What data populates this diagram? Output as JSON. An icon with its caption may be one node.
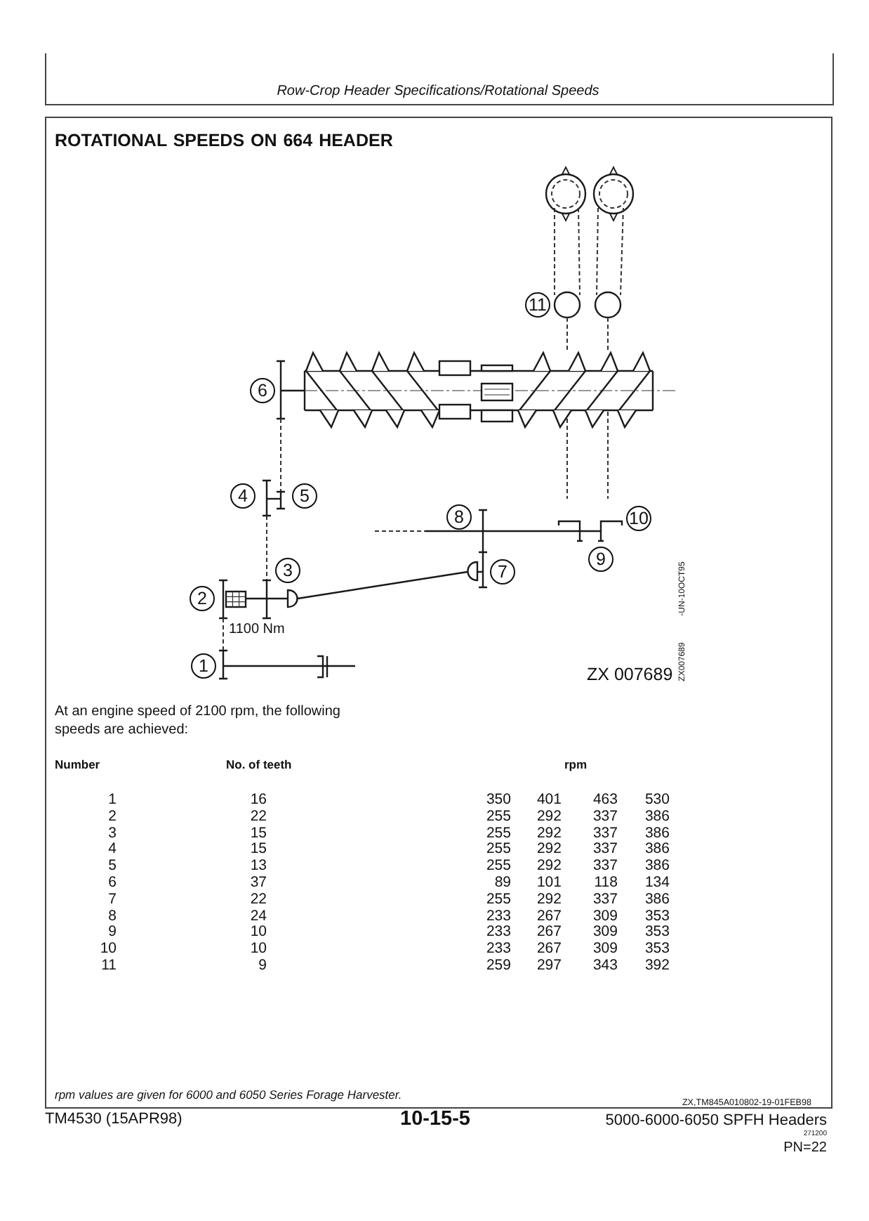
{
  "diagram": {
    "title": "ROTATIONAL SPEEDS ON 664 HEADER",
    "labels": [
      "Row-Crop Header Specifications/Rotational Speeds",
      "11",
      "6",
      "4",
      "5",
      "8",
      "10",
      "9",
      "3",
      "7",
      "-UN-10OCT95",
      "2",
      "1100 Nm",
      "1",
      "ZX 007689",
      "ZX007689",
      "At an engine speed of 2100 rpm, the following speeds are achieved:",
      "Number",
      "No. of teeth",
      "rpm",
      "1",
      "16",
      "350",
      "401",
      "463",
      "530",
      "2",
      "22",
      "255",
      "292",
      "337",
      "386",
      "3",
      "15",
      "255",
      "292",
      "337",
      "386",
      "4",
      "15",
      "255",
      "292",
      "337",
      "386",
      "5",
      "13",
      "255",
      "292",
      "337",
      "386",
      "6",
      "37",
      "89",
      "101",
      "118",
      "134",
      "7",
      "22",
      "255",
      "292",
      "337",
      "386",
      "8",
      "24",
      "233",
      "267",
      "309",
      "353",
      "9",
      "10",
      "233",
      "267",
      "309",
      "353",
      "10",
      "10",
      "233",
      "267",
      "309",
      "353",
      "11",
      "9",
      "259",
      "297",
      "343",
      "392",
      "rpm values are given for 6000 and 6050 Series Forage Harvester.",
      "ZX,TM845A010802-19-01FEB98",
      "TM4530 (15APR98)",
      "10-15-5",
      "5000-6000-6050 SPFH Headers",
      "271200",
      "PN=22"
    ]
  }
}
